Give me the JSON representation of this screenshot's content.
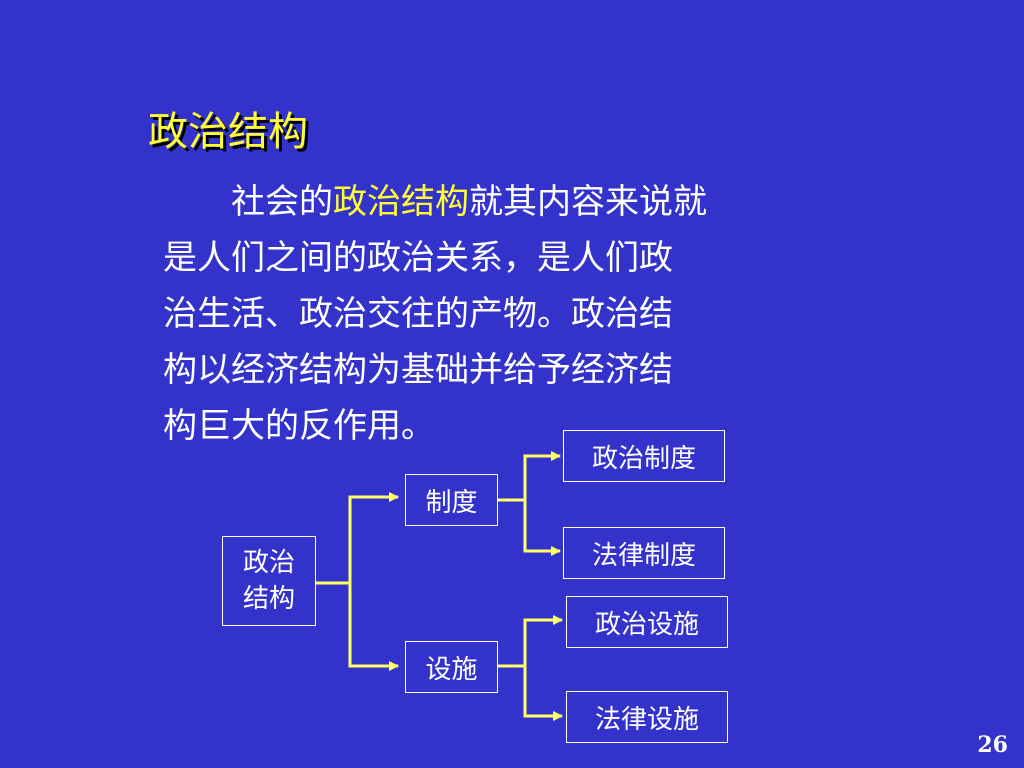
{
  "title": "政治结构",
  "paragraph": {
    "indent": "　　",
    "before": "社会的",
    "highlight": "政治结构",
    "line1_after": "就其内容来说就",
    "line2": "是人们之间的政治关系，是人们政",
    "line3": "治生活、政治交往的产物。政治结",
    "line4": "构以经济结构为基础并给予经济结",
    "line5": "构巨大的反作用。"
  },
  "diagram": {
    "root": {
      "line1": "政治",
      "line2": "结构"
    },
    "branch_system": "制度",
    "branch_facility": "设施",
    "leaf_political_system": "政治制度",
    "leaf_legal_system": "法律制度",
    "leaf_political_facility": "政治设施",
    "leaf_legal_facility": "法律设施",
    "connector_color": "#ffff66"
  },
  "page_number": "26"
}
